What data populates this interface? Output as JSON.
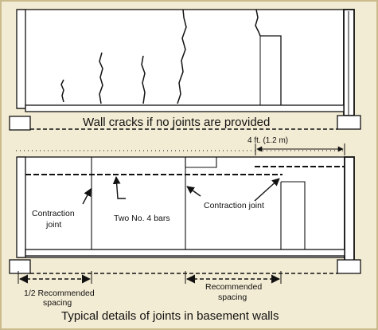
{
  "colors": {
    "background": "#f3ecd4",
    "border": "#c9bb8c",
    "line": "#111111",
    "wall": "#ffffff"
  },
  "top_panel": {
    "caption": "Wall cracks if no joints are provided"
  },
  "bottom_panel": {
    "dimension_label": "4 ft. (1.2 m)",
    "labels": {
      "contraction_joint_left_1": "Contraction",
      "contraction_joint_left_2": "joint",
      "bars": "Two No. 4 bars",
      "contraction_joint_right": "Contraction joint",
      "half_spacing_1": "1/2 Recommended",
      "half_spacing_2": "spacing",
      "spacing_1": "Recommended",
      "spacing_2": "spacing"
    }
  },
  "figure_caption": "Typical details of joints in basement walls"
}
